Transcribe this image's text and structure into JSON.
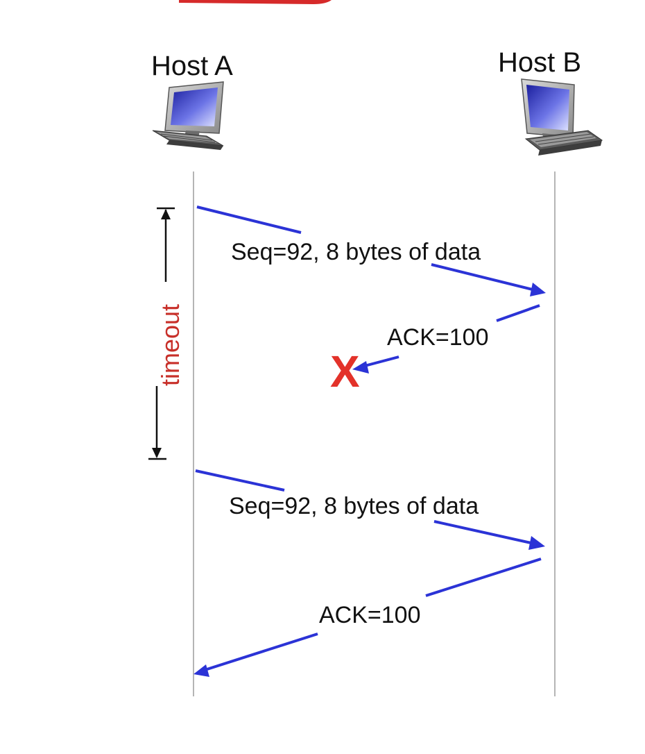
{
  "hosts": {
    "a": {
      "label": "Host A",
      "icon": "desktop-computer-icon"
    },
    "b": {
      "label": "Host B",
      "icon": "desktop-computer-icon"
    }
  },
  "timer": {
    "label": "timeout"
  },
  "messages": [
    {
      "label": "Seq=92, 8 bytes of data",
      "from": "Host A",
      "to": "Host B",
      "delivered": true
    },
    {
      "label": "ACK=100",
      "from": "Host B",
      "to": "Host A",
      "delivered": false
    },
    {
      "label": "Seq=92, 8 bytes of data",
      "from": "Host A",
      "to": "Host B",
      "delivered": true
    },
    {
      "label": "ACK=100",
      "from": "Host B",
      "to": "Host A",
      "delivered": true
    }
  ],
  "loss_marker": {
    "symbol": "X",
    "icon": "loss-x-icon"
  },
  "colors": {
    "arrow": "#2b33d6",
    "timeline": "#b5b5b5",
    "loss": "#e3322a",
    "timeout_text": "#c8302a",
    "top_fragment": "#d62a2a"
  }
}
